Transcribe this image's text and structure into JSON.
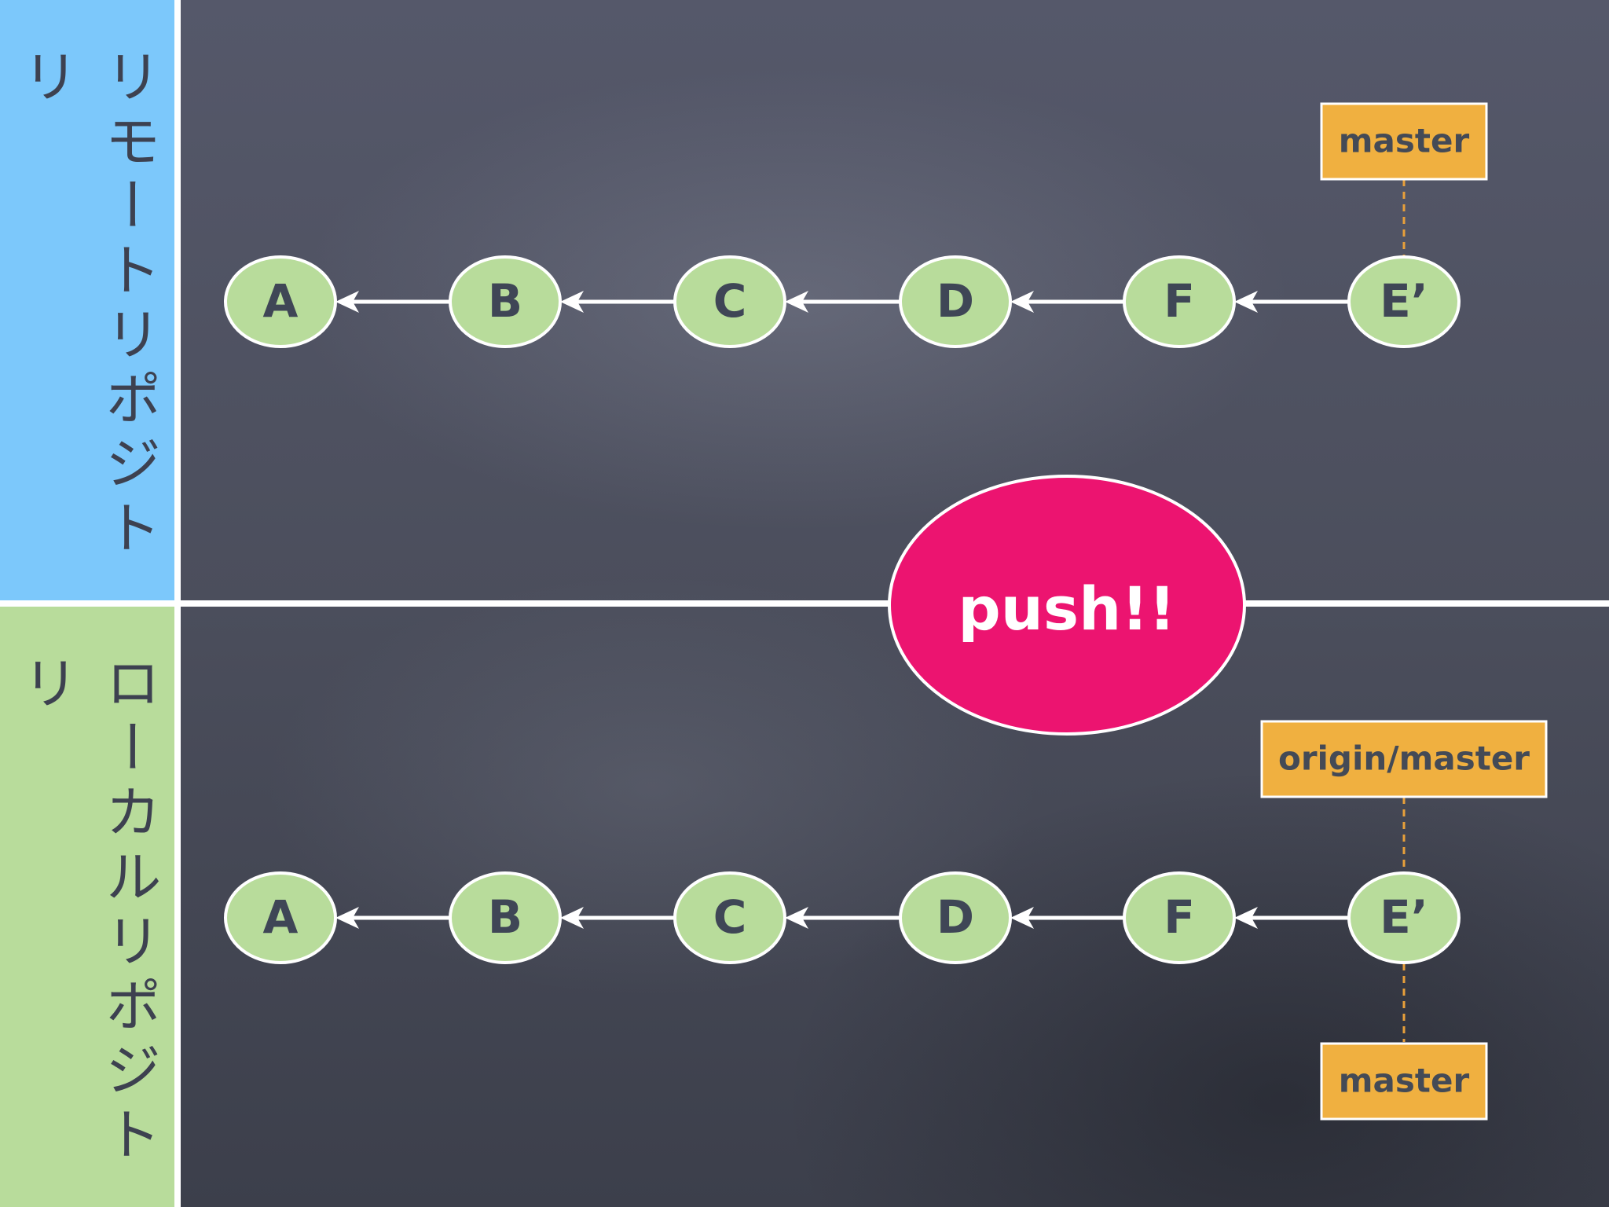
{
  "panels": {
    "remote_label": "リモートリポジトリ",
    "local_label": "ローカルリポジトリ"
  },
  "action": {
    "label": "push!!"
  },
  "remote": {
    "commits": [
      "A",
      "B",
      "C",
      "D",
      "F",
      "E’"
    ],
    "refs": [
      "master"
    ]
  },
  "local": {
    "commits": [
      "A",
      "B",
      "C",
      "D",
      "F",
      "E’"
    ],
    "refs": [
      "origin/master",
      "master"
    ]
  },
  "colors": {
    "remote_panel": "#7cc8fb",
    "local_panel": "#b8dc9b",
    "commit_fill": "#b8dc9b",
    "ref_fill": "#f0b040",
    "push_fill": "#ec1470",
    "board": "#4a4d58"
  }
}
